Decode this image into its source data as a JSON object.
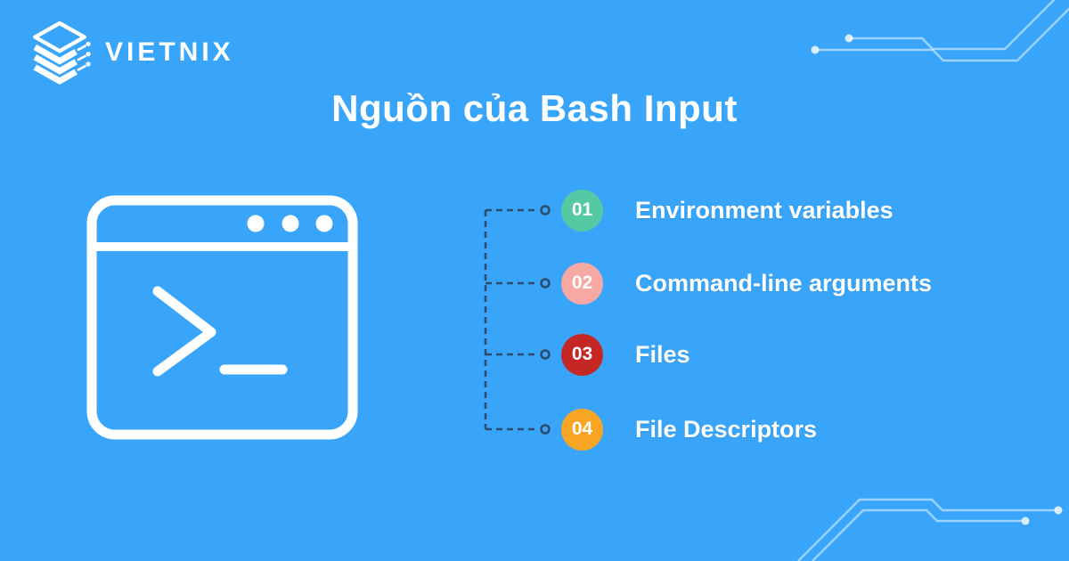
{
  "background_color": "#38a5fa",
  "brand": {
    "name": "VIETNIX"
  },
  "title": "Nguồn của Bash Input",
  "icons": {
    "logo": "vietnix-stack-logo-icon",
    "terminal": "terminal-window-icon",
    "connector": "dashed-connector-lines",
    "decor_top": "circuit-trace-top-right",
    "decor_bottom": "circuit-trace-bottom-right"
  },
  "colors": {
    "connector": "#2d4c6b",
    "icon_stroke": "#ffffff"
  },
  "list": {
    "items": [
      {
        "number": "01",
        "label": "Environment variables",
        "color": "#55c9a3"
      },
      {
        "number": "02",
        "label": "Command-line arguments",
        "color": "#f8a8a3"
      },
      {
        "number": "03",
        "label": "Files",
        "color": "#c52824"
      },
      {
        "number": "04",
        "label": "File Descriptors",
        "color": "#f7a523"
      }
    ]
  }
}
